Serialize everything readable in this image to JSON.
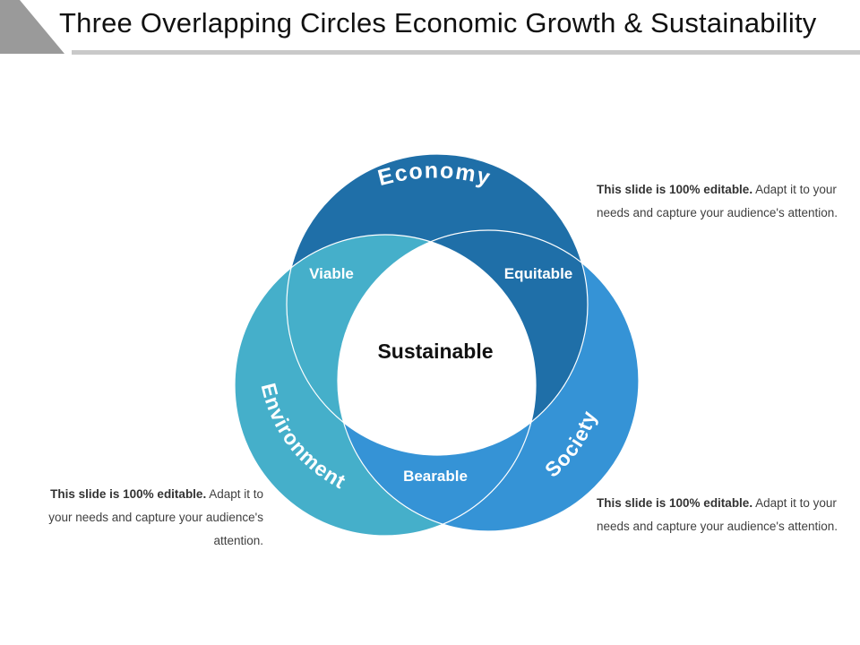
{
  "header": {
    "title": "Three Overlapping Circles Economic Growth & Sustainability"
  },
  "diagram": {
    "circles": {
      "economy": {
        "label": "Economy",
        "color": "#1f6fa8"
      },
      "environment": {
        "label": "Environment",
        "color": "#45afca"
      },
      "society": {
        "label": "Society",
        "color": "#3593d6"
      }
    },
    "overlaps": {
      "viable": "Viable",
      "equitable": "Equitable",
      "bearable": "Bearable",
      "center": "Sustainable"
    }
  },
  "notes": [
    {
      "bold": "This slide is 100% editable.",
      "text": " Adapt it to your needs and capture your audience's attention."
    },
    {
      "bold": "This slide is 100% editable.",
      "text": " Adapt it to your needs and capture your audience's attention."
    },
    {
      "bold": "This slide is 100% editable.",
      "text": " Adapt it to your needs and capture your audience's attention."
    }
  ]
}
